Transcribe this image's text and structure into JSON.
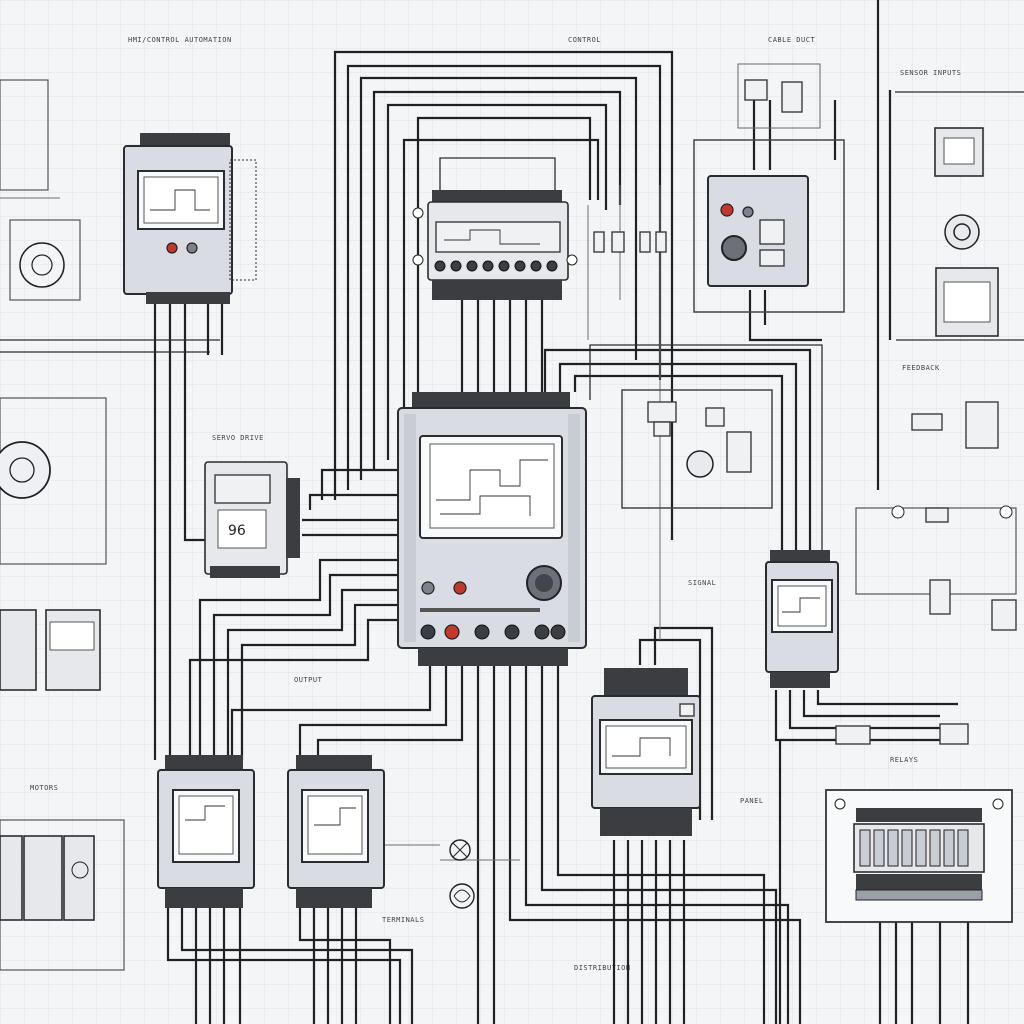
{
  "labels": {
    "top_left_title": "HMI/CONTROL AUTOMATION",
    "top_center_title": "CONTROL",
    "top_right_small": "CABLE DUCT",
    "top_right_title": "SENSOR INPUTS",
    "left_mid_small": "SERVO DRIVE",
    "left_column_caption": "MOTORS",
    "center_left_caption": "OUTPUT",
    "center_right_caption": "SIGNAL",
    "right_mid_caption": "PANEL",
    "bottom_center_caption": "DISTRIBUTION",
    "bottom_mid_small": "TERMINALS",
    "right_lower_caption": "RELAYS",
    "right_column_caption": "FEEDBACK"
  },
  "colors": {
    "background": "#f4f5f7",
    "wire": "#1f2124",
    "device_body": "#d9dce2",
    "indicator_red": "#c0392b"
  }
}
